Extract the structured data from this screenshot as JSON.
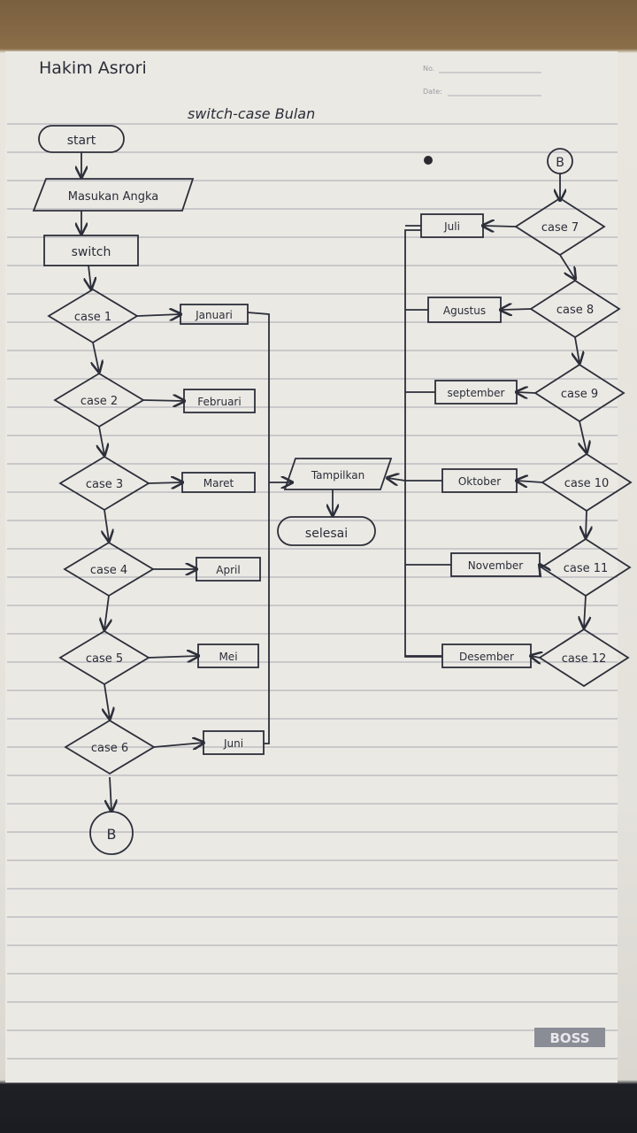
{
  "header": {
    "author": "Hakim Asrori",
    "title": "switch-case Bulan",
    "no_label": "No.",
    "date_label": "Date:",
    "brand": "BOSS"
  },
  "flow": {
    "start": "start",
    "input": "Masukan Angka",
    "switch": "switch",
    "output": "Tampilkan",
    "end": "selesai",
    "connector": "B",
    "left_cases": [
      {
        "case": "case 1",
        "month": "Januari"
      },
      {
        "case": "case 2",
        "month": "Februari"
      },
      {
        "case": "case 3",
        "month": "Maret"
      },
      {
        "case": "case 4",
        "month": "April"
      },
      {
        "case": "case 5",
        "month": "Mei"
      },
      {
        "case": "case 6",
        "month": "Juni"
      }
    ],
    "right_cases": [
      {
        "case": "case 7",
        "month": "Juli"
      },
      {
        "case": "case 8",
        "month": "Agustus"
      },
      {
        "case": "case 9",
        "month": "september"
      },
      {
        "case": "case 10",
        "month": "Oktober"
      },
      {
        "case": "case 11",
        "month": "November"
      },
      {
        "case": "case 12",
        "month": "Desember"
      }
    ]
  }
}
